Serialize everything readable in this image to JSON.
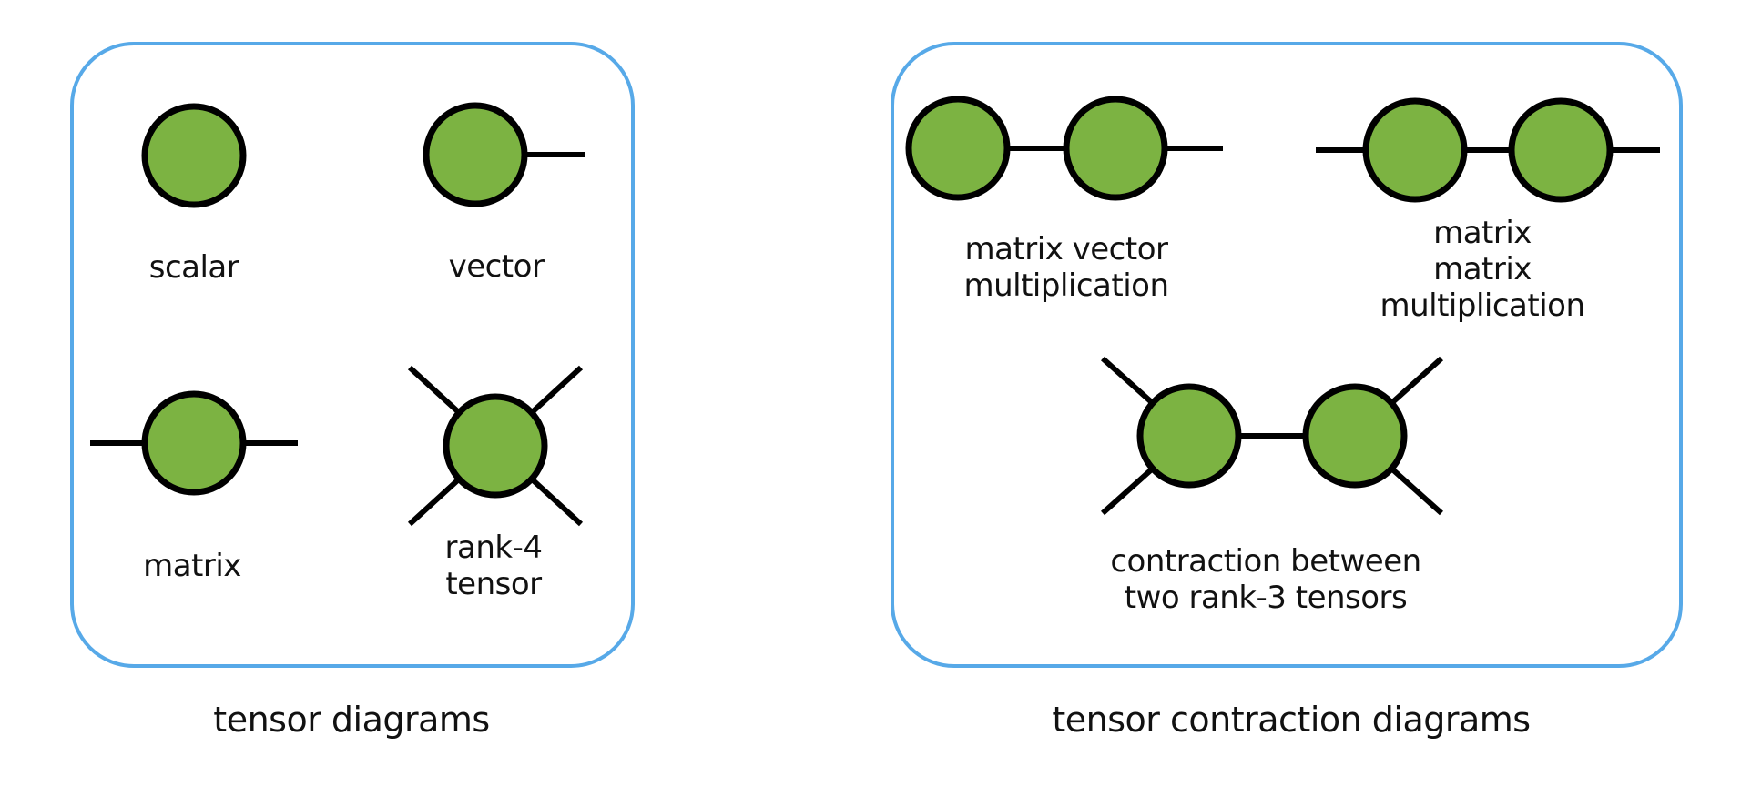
{
  "colors": {
    "background": "#ffffff",
    "panel_border": "#57A9E8",
    "node_fill": "#7CB342",
    "line_stroke": "#000000",
    "text": "#111111"
  },
  "left_panel": {
    "caption": "tensor diagrams",
    "items": [
      {
        "label": "scalar",
        "nodes": 1,
        "free_legs": 0
      },
      {
        "label": "vector",
        "nodes": 1,
        "free_legs": 1
      },
      {
        "label": "matrix",
        "nodes": 1,
        "free_legs": 2
      },
      {
        "label": "rank-4 tensor",
        "nodes": 1,
        "free_legs": 4
      }
    ]
  },
  "right_panel": {
    "caption": "tensor contraction diagrams",
    "items": [
      {
        "label": "matrix vector\nmultiplication",
        "nodes": 2,
        "contracted_bonds": 1,
        "free_legs": 1
      },
      {
        "label": "matrix matrix\nmultiplication",
        "nodes": 2,
        "contracted_bonds": 1,
        "free_legs": 2
      },
      {
        "label": "contraction between\ntwo rank-3 tensors",
        "nodes": 2,
        "contracted_bonds": 1,
        "free_legs": 4
      }
    ]
  }
}
